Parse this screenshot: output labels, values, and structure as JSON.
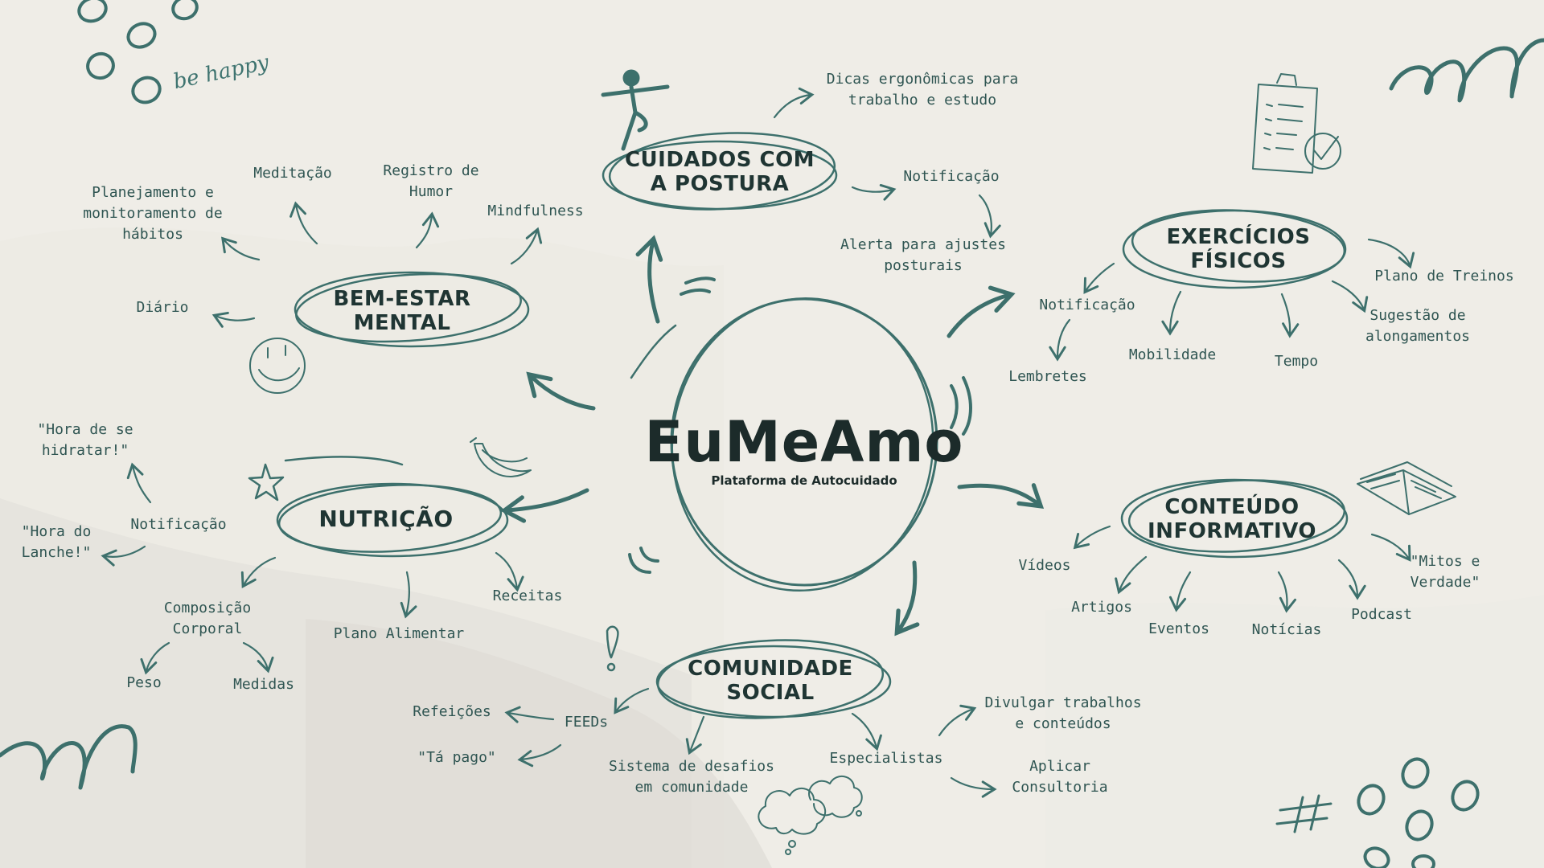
{
  "center": {
    "title": "EuMeAmo",
    "subtitle": "Plataforma de Autocuidado"
  },
  "decor": {
    "be_happy": "be happy"
  },
  "colors": {
    "ink": "#3d706c",
    "text": "#2f5552",
    "dark": "#1c2b2a",
    "paper": "#efede7"
  },
  "nodes": {
    "postura": "CUIDADOS COM\nA POSTURA",
    "bem_estar": "BEM-ESTAR\nMENTAL",
    "exercicios": "EXERCÍCIOS\nFÍSICOS",
    "nutricao": "NUTRIÇÃO",
    "conteudo": "CONTEÚDO\nINFORMATIVO",
    "comunidade": "COMUNIDADE\nSOCIAL"
  },
  "postura": {
    "dicas": "Dicas ergonômicas para\ntrabalho e estudo",
    "notificacao": "Notificação",
    "alerta": "Alerta para ajustes\nposturais"
  },
  "bem_estar": {
    "planejamento": "Planejamento e\nmonitoramento de\nhábitos",
    "meditacao": "Meditação",
    "registro": "Registro de\nHumor",
    "mindfulness": "Mindfulness",
    "diario": "Diário"
  },
  "exercicios": {
    "notificacao": "Notificação",
    "lembretes": "Lembretes",
    "mobilidade": "Mobilidade",
    "tempo": "Tempo",
    "plano": "Plano de Treinos",
    "sugestao": "Sugestão de\nalongamentos"
  },
  "nutricao": {
    "hidratar": "\"Hora de se\nhidratar!\"",
    "notificacao": "Notificação",
    "lanche": "\"Hora do\nLanche!\"",
    "composicao": "Composição\nCorporal",
    "peso": "Peso",
    "medidas": "Medidas",
    "plano": "Plano Alimentar",
    "receitas": "Receitas"
  },
  "conteudo": {
    "videos": "Vídeos",
    "artigos": "Artigos",
    "eventos": "Eventos",
    "noticias": "Notícias",
    "podcast": "Podcast",
    "mitos": "\"Mitos e\nVerdade\""
  },
  "comunidade": {
    "refeicoes": "Refeições",
    "feeds": "FEEDs",
    "tapago": "\"Tá pago\"",
    "desafios": "Sistema de desafios\nem comunidade",
    "especialistas": "Especialistas",
    "divulgar": "Divulgar trabalhos\ne conteúdos",
    "aplicar": "Aplicar\nConsultoria"
  }
}
